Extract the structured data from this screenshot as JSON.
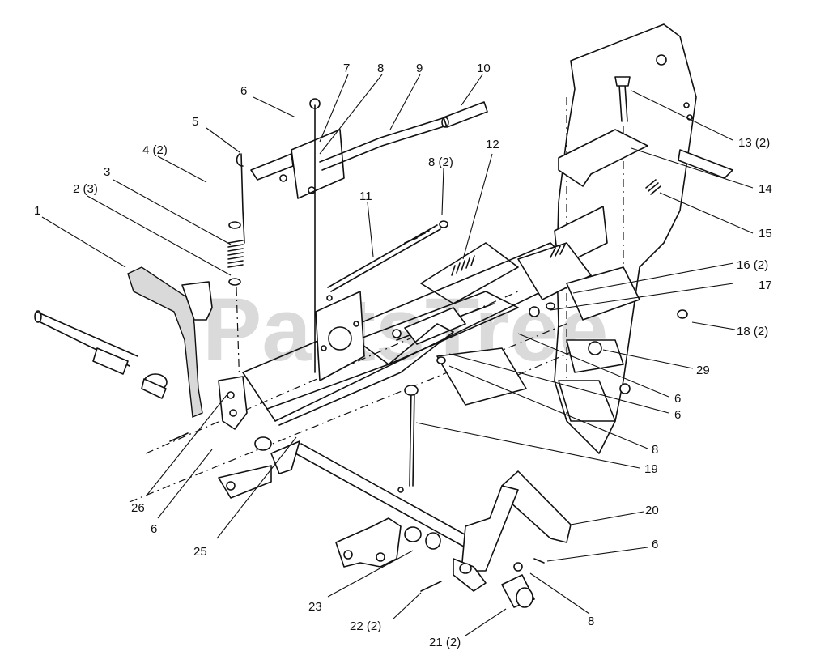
{
  "watermark": "PartsTree",
  "callouts": [
    {
      "id": "c1",
      "text": "1"
    },
    {
      "id": "c2",
      "text": "2 (3)"
    },
    {
      "id": "c3",
      "text": "3"
    },
    {
      "id": "c4",
      "text": "4 (2)"
    },
    {
      "id": "c5",
      "text": "5"
    },
    {
      "id": "c6a",
      "text": "6"
    },
    {
      "id": "c7",
      "text": "7"
    },
    {
      "id": "c8a",
      "text": "8"
    },
    {
      "id": "c9",
      "text": "9"
    },
    {
      "id": "c10",
      "text": "10"
    },
    {
      "id": "c8b",
      "text": "8 (2)"
    },
    {
      "id": "c11",
      "text": "11"
    },
    {
      "id": "c12",
      "text": "12"
    },
    {
      "id": "c13",
      "text": "13 (2)"
    },
    {
      "id": "c14",
      "text": "14"
    },
    {
      "id": "c15",
      "text": "15"
    },
    {
      "id": "c16",
      "text": "16 (2)"
    },
    {
      "id": "c17",
      "text": "17"
    },
    {
      "id": "c18",
      "text": "18 (2)"
    },
    {
      "id": "c29",
      "text": "29"
    },
    {
      "id": "c6b",
      "text": "6"
    },
    {
      "id": "c6c",
      "text": "6"
    },
    {
      "id": "c8c",
      "text": "8"
    },
    {
      "id": "c19",
      "text": "19"
    },
    {
      "id": "c20",
      "text": "20"
    },
    {
      "id": "c6d",
      "text": "6"
    },
    {
      "id": "c8d",
      "text": "8"
    },
    {
      "id": "c21",
      "text": "21 (2)"
    },
    {
      "id": "c22",
      "text": "22 (2)"
    },
    {
      "id": "c23",
      "text": "23"
    },
    {
      "id": "c25",
      "text": "25"
    },
    {
      "id": "c6e",
      "text": "6"
    },
    {
      "id": "c26",
      "text": "26"
    }
  ]
}
